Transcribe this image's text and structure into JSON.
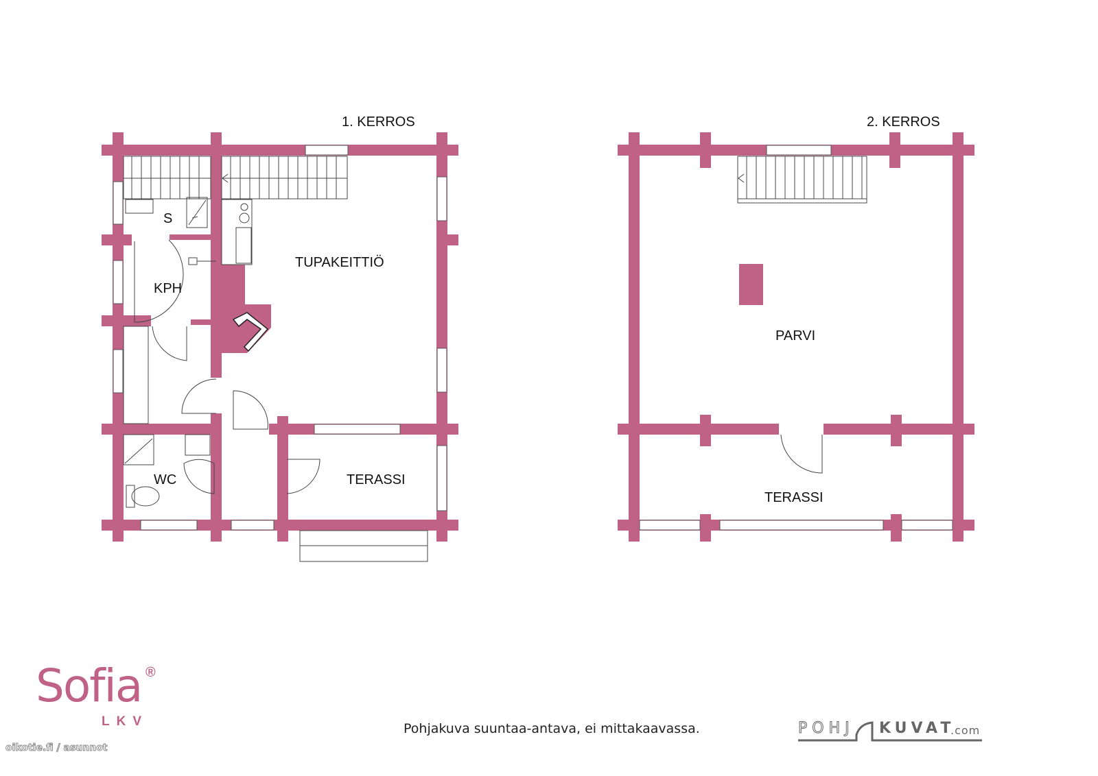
{
  "floors": [
    {
      "title": "1. KERROS",
      "rooms": [
        "S",
        "KPH",
        "TUPAKEITTIÖ",
        "WC",
        "TERASSI"
      ]
    },
    {
      "title": "2. KERROS",
      "rooms": [
        "PARVI",
        "TERASSI"
      ]
    }
  ],
  "footer": {
    "disclaimer": "Pohjakuva suuntaa-antava, ei mittakaavassa.",
    "brand_logo": "Sofia",
    "brand_sub": "LKV",
    "brand_mark": "®",
    "watermark": "oikotie.fi / asunnot",
    "credit_logo_left": "POHJ",
    "credit_logo_right": "KUVAT",
    "credit_logo_suffix": ".com"
  },
  "colors": {
    "wall": "#bf6286",
    "text": "#111111"
  }
}
